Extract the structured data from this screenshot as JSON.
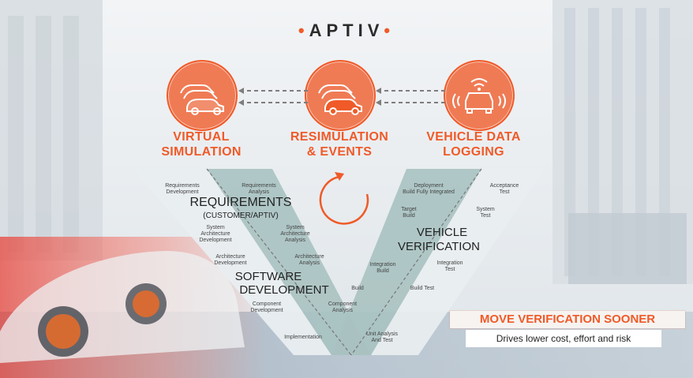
{
  "brand": {
    "logo_text": "APTIV"
  },
  "categories": {
    "virtual": {
      "line1": "VIRTUAL",
      "line2": "SIMULATION"
    },
    "resim": {
      "line1": "RESIMULATION",
      "line2": "& EVENTS"
    },
    "logging": {
      "line1": "VEHICLE DATA",
      "line2": "LOGGING"
    }
  },
  "left_v": {
    "requirements_title": "REQUIREMENTS",
    "requirements_subtitle": "(CUSTOMER/APTIV)",
    "software_title_1": "SOFTWARE",
    "software_title_2": "DEVELOPMENT",
    "steps": {
      "req_dev_1": "Requirements",
      "req_dev_2": "Development",
      "sys_arch_dev_1": "System",
      "sys_arch_dev_2": "Architecture",
      "sys_arch_dev_3": "Development",
      "arch_dev_1": "Architecture",
      "arch_dev_2": "Development",
      "comp_dev_1": "Component",
      "comp_dev_2": "Development",
      "req_analysis_1": "Requirements",
      "req_analysis_2": "Analysis",
      "sys_arch_analysis_1": "System",
      "sys_arch_analysis_2": "Architecture",
      "sys_arch_analysis_3": "Analysis",
      "arch_analysis_1": "Architecture",
      "arch_analysis_2": "Analysis",
      "comp_analysis_1": "Component",
      "comp_analysis_2": "Analysis",
      "implementation": "Implementation"
    }
  },
  "right_v": {
    "verification_title_1": "VEHICLE",
    "verification_title_2": "VERIFICATION",
    "steps": {
      "deploy_1": "Deployment",
      "deploy_2": "Build Fully Integrated",
      "target_1": "Target",
      "target_2": "Build",
      "integration_build_1": "Integration",
      "integration_build_2": "Build",
      "build": "Build",
      "unit_1": "Unit Analysis",
      "unit_2": "And Test",
      "acceptance_1": "Acceptance",
      "acceptance_2": "Test",
      "system_1": "System",
      "system_2": "Test",
      "integration_test_1": "Integration",
      "integration_test_2": "Test",
      "build_test": "Build Test"
    }
  },
  "banner": {
    "title": "MOVE VERIFICATION SOONER",
    "subtitle": "Drives lower cost, effort and risk"
  },
  "icons": {
    "virtual": "cars-stack-icon",
    "resim": "cars-stack-highlight-icon",
    "logging": "car-signal-icon",
    "loop": "refresh-arrow-icon",
    "arrows": "dashed-left-arrow-icon"
  },
  "colors": {
    "accent": "#f05a28",
    "teal": "#9fb9b8",
    "panel": "#e9eef0"
  }
}
